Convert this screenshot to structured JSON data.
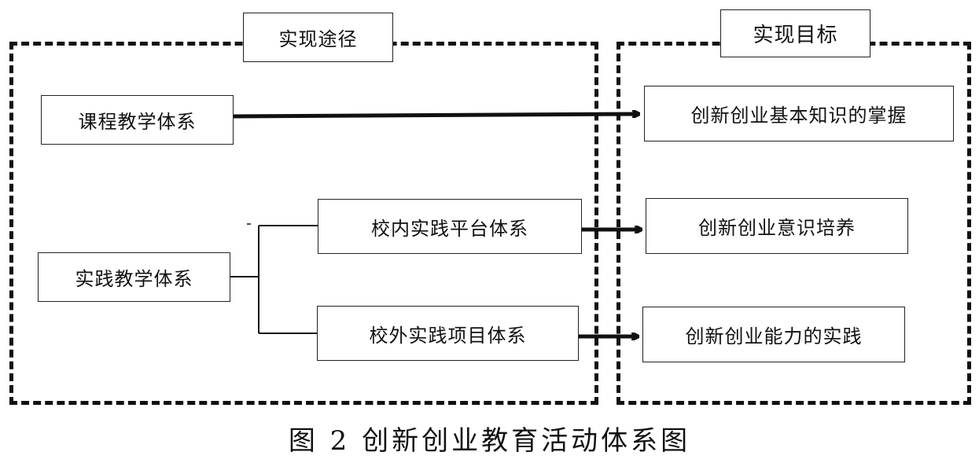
{
  "path_group": {
    "title": "实现途径"
  },
  "goal_group": {
    "title": "实现目标"
  },
  "nodes": {
    "course_teaching": "课程教学体系",
    "practice_teaching": "实践教学体系",
    "campus_practice": "校内实践平台体系",
    "offcampus_practice": "校外实践项目体系"
  },
  "goals": {
    "knowledge": "创新创业基本知识的掌握",
    "awareness": "创新创业意识培养",
    "ability": "创新创业能力的实践"
  },
  "caption": "图 2 创新创业教育活动体系图"
}
